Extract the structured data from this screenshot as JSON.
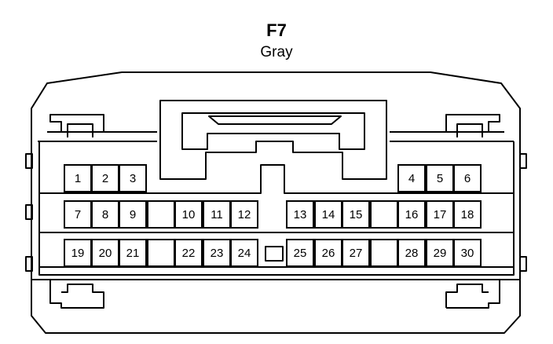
{
  "connector": {
    "id": "F7",
    "color": "Gray"
  },
  "pins": [
    [
      "1",
      "2",
      "3",
      null,
      null,
      null,
      null,
      null,
      null,
      null,
      null,
      null,
      "4",
      "5",
      "6"
    ],
    [
      "7",
      "8",
      "9",
      null,
      "10",
      "11",
      "12",
      null,
      "13",
      "14",
      "15",
      null,
      "16",
      "17",
      "18"
    ],
    [
      "19",
      "20",
      "21",
      null,
      "22",
      "23",
      "24",
      null,
      "25",
      "26",
      "27",
      null,
      "28",
      "29",
      "30"
    ]
  ],
  "colors": {
    "stroke": "#000000",
    "background": "#ffffff"
  }
}
